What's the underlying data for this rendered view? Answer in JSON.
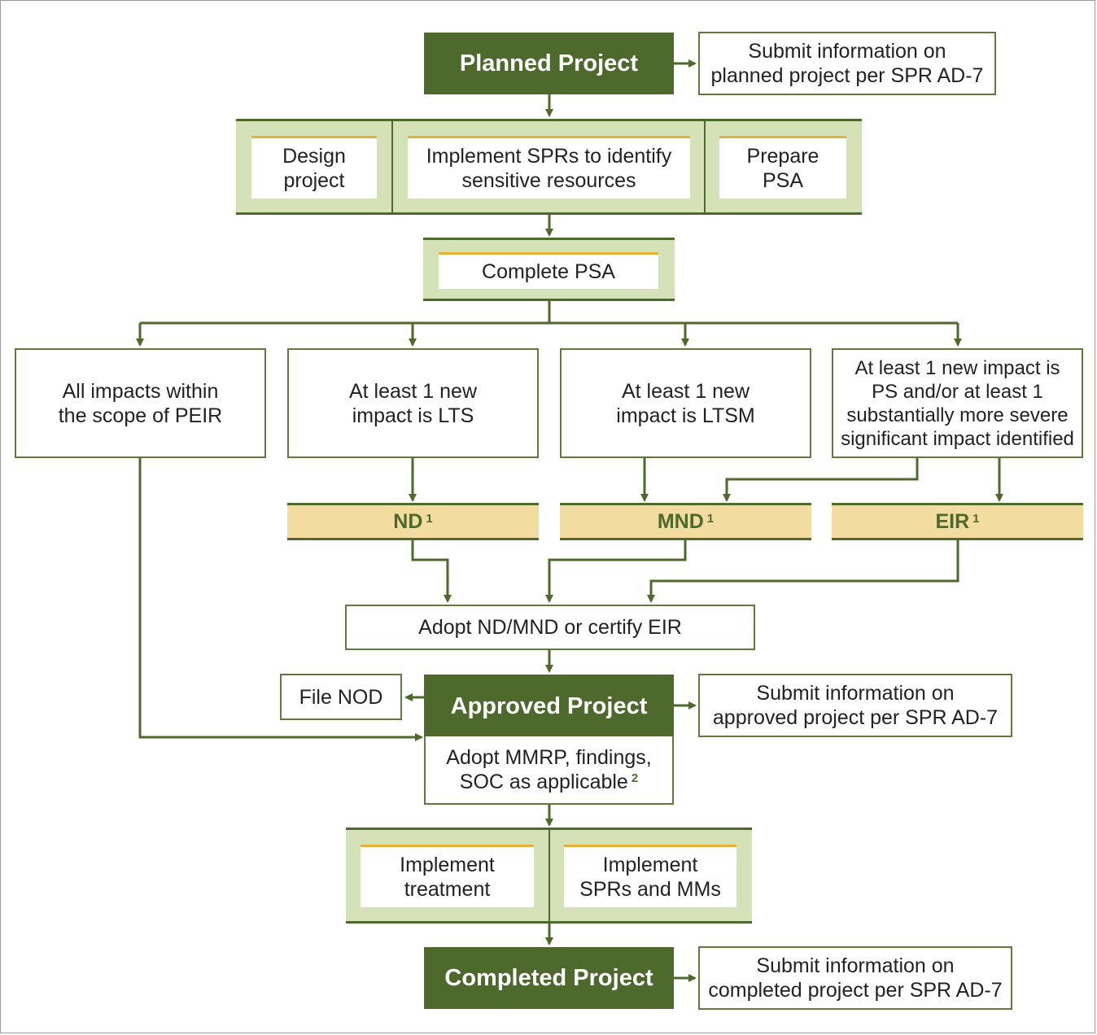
{
  "planned": {
    "title": "Planned Project",
    "submit": "Submit information on\nplanned project per SPR AD-7"
  },
  "design_row": {
    "design": "Design\nproject",
    "implement": "Implement SPRs to identify\nsensitive resources",
    "prepare": "Prepare\nPSA"
  },
  "complete_psa": "Complete PSA",
  "outcomes": {
    "peir": "All impacts within\nthe scope of PEIR",
    "lts": "At least 1 new\nimpact is LTS",
    "ltsm": "At least 1 new\nimpact is LTSM",
    "ps": "At least 1 new impact is\nPS and/or at least 1\nsubstantially more severe\nsignificant impact identified"
  },
  "documents": {
    "nd": "ND",
    "mnd": "MND",
    "eir": "EIR",
    "footnote_mark": "1"
  },
  "adopt": "Adopt ND/MND or certify EIR",
  "approved": {
    "title": "Approved Project",
    "file_nod": "File NOD",
    "submit": "Submit information on\napproved project per SPR AD-7",
    "adopt_mmrp": "Adopt MMRP, findings,\nSOC as applicable",
    "footnote_mark": "2"
  },
  "implement_row": {
    "treatment": "Implement\ntreatment",
    "sprs_mms": "Implement\nSPRs and MMs"
  },
  "completed": {
    "title": "Completed Project",
    "submit": "Submit information on\ncompleted project per SPR AD-7"
  },
  "colors": {
    "dark_green": "#4d6a2c",
    "light_green": "#d5e2b8",
    "tan": "#f2dca0",
    "gold": "#e3b13a"
  }
}
